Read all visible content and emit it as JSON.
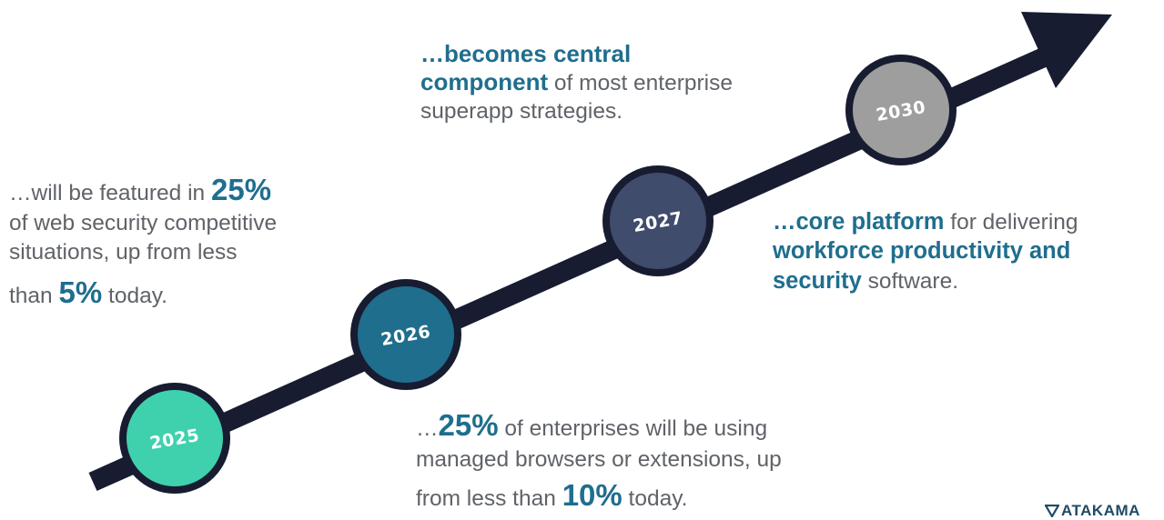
{
  "milestones": [
    {
      "year": "2025",
      "color": "#3fd1ad"
    },
    {
      "year": "2026",
      "color": "#1f6e8e"
    },
    {
      "year": "2027",
      "color": "#3f4c6b"
    },
    {
      "year": "2030",
      "color": "#9e9e9e"
    }
  ],
  "arrow": {
    "color": "#171c31"
  },
  "callouts": {
    "c2025": {
      "l1_pre": "…will be featured in ",
      "l1_em": "25%",
      "l2": "of web security competitive",
      "l3": "situations, up from less",
      "l4_pre": "than ",
      "l4_em": "5%",
      "l4_post": " today."
    },
    "c2026": {
      "l1_pre": "…",
      "l1_em": "25%",
      "l1_post": " of enterprises will be using",
      "l2": "managed browsers or extensions, up",
      "l3_pre": "from less than ",
      "l3_em": "10%",
      "l3_post": " today."
    },
    "c2027": {
      "l1_em": "…core platform",
      "l1_post": " for delivering",
      "l2_em": "workforce productivity and",
      "l3_em": "security",
      "l3_post": " software."
    },
    "c2030": {
      "l1_em": "…becomes central",
      "l2_em": "component",
      "l2_post": " of most enterprise",
      "l3": "superapp strategies."
    }
  },
  "logo": {
    "text": "ATAKAMA"
  },
  "colors": {
    "accent": "#1f6e8e",
    "body_text": "#5f6368"
  }
}
